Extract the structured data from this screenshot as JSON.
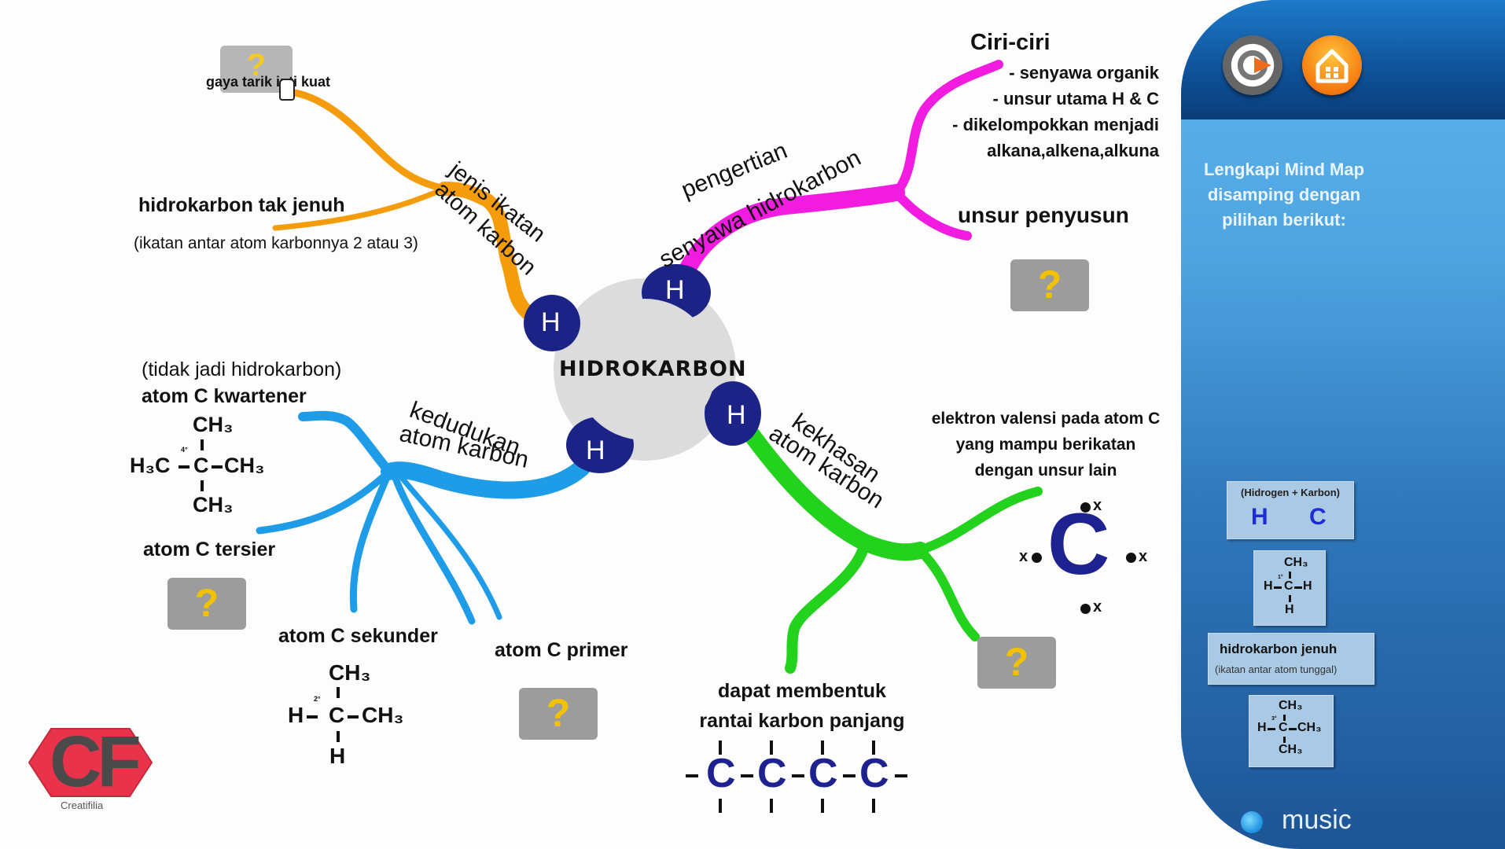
{
  "central_topic": "HIDROKARBON",
  "hydrogen_label": "H",
  "branches": {
    "jenis_ikatan": {
      "title_line1": "jenis ikatan",
      "title_line2": "atom karbon",
      "answer_placeholder": "gaya tarik inti kuat",
      "item_label": "hidrokarbon tak jenuh",
      "item_note": "(ikatan antar atom karbonnya 2 atau 3)"
    },
    "pengertian": {
      "title_line1": "pengertian",
      "title_line2": "senyawa hidrokarbon",
      "ciri_title": "Ciri-ciri",
      "ciri_items": [
        "- senyawa organik",
        "- unsur utama H & C",
        "- dikelompokkan menjadi",
        "alkana,alkena,alkuna"
      ],
      "unsur_label": "unsur penyusun"
    },
    "kedudukan": {
      "title_line1": "kedudukan",
      "title_line2": "atom karbon",
      "kwartener_note": "(tidak jadi hidrokarbon)",
      "kwartener_label": "atom C kwartener",
      "kwartener_formula": {
        "top": "CH₃",
        "left": "H₃C",
        "center": "C",
        "right": "CH₃",
        "bottom": "CH₃",
        "degree": "4°"
      },
      "tersier_label": "atom C tersier",
      "sekunder_label": "atom C sekunder",
      "sekunder_formula": {
        "top": "CH₃",
        "left": "H",
        "center": "C",
        "right": "CH₃",
        "bottom": "H",
        "degree": "2°"
      },
      "primer_label": "atom C primer"
    },
    "kekhasan": {
      "title_line1": "kekhasan",
      "title_line2": "atom karbon",
      "valensi_text": [
        "elektron valensi pada atom C",
        "yang mampu berikatan",
        "dengan unsur lain"
      ],
      "carbon_symbol": "C",
      "electron_mark": "x",
      "rantai_text": [
        "dapat membentuk",
        "rantai karbon panjang"
      ],
      "chain_atom": "C"
    }
  },
  "question_mark": "?",
  "logo": {
    "letters": "CF",
    "caption": "Creatifilia"
  },
  "panel": {
    "instruction": [
      "Lengkapi Mind Map",
      "disamping dengan",
      "pilihan berikut:"
    ],
    "options": {
      "hc": {
        "caption": "(Hidrogen + Karbon)",
        "h": "H",
        "c": "C"
      },
      "primer_formula": {
        "top": "CH₃",
        "left": "H",
        "center": "C",
        "right": "H",
        "bottom": "H",
        "degree": "1°"
      },
      "jenuh": {
        "title": "hidrokarbon jenuh",
        "note": "(ikatan antar atom tunggal)"
      },
      "tersier_formula": {
        "top": "CH₃",
        "left": "H",
        "center": "C",
        "right": "CH₃",
        "bottom": "CH₃",
        "degree": "3°"
      }
    },
    "music_label": "music"
  },
  "colors": {
    "orange": "#f59c0c",
    "magenta": "#f21ce0",
    "blue": "#1f9ce8",
    "green": "#22d21c",
    "atom_navy": "#1b2387",
    "center_gray": "#dcdcdc"
  }
}
